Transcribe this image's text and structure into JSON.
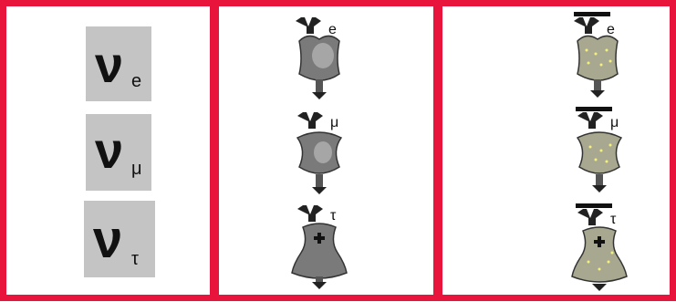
{
  "colors": {
    "border": "#e8143c",
    "panel": "#ffffff",
    "symbol_bg": "#c4c4c4",
    "neutrino_body": "#7a7a7a",
    "antineutrino_body": "#a8a890",
    "antineutrino_dots": "#f4f07a"
  },
  "symbols": [
    {
      "letter": "ν",
      "sub": "e"
    },
    {
      "letter": "ν",
      "sub": "μ"
    },
    {
      "letter": "ν",
      "sub": "τ"
    }
  ],
  "neutrinos": [
    {
      "label": "e",
      "plus": false,
      "shape": "cup"
    },
    {
      "label": "μ",
      "plus": false,
      "shape": "waist"
    },
    {
      "label": "τ",
      "plus": true,
      "shape": "bell"
    }
  ],
  "antineutrinos": [
    {
      "label": "e",
      "plus": false,
      "shape": "cup"
    },
    {
      "label": "μ",
      "plus": false,
      "shape": "waist"
    },
    {
      "label": "τ",
      "plus": true,
      "shape": "bell"
    }
  ]
}
